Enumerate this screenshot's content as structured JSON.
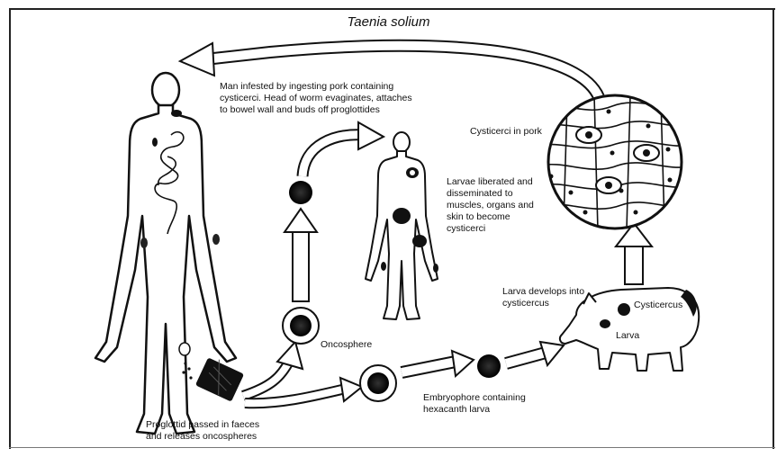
{
  "title": "Taenia solium",
  "labels": {
    "man_infested": "Man infested by ingesting pork containing\ncysticerci. Head of worm evaginates, attaches\nto bowel wall and buds off proglottides",
    "cysticerci_in_pork": "Cysticerci in pork",
    "larvae_liberated": "Larvae liberated and\ndisseminated to\nmuscles, organs and\nskin to become\ncysticerci",
    "larva_develops": "Larva develops into\ncysticercus",
    "cysticercus": "Cysticercus",
    "larva": "Larva",
    "oncosphere": "Oncosphere",
    "embryophore": "Embryophore containing\nhexacanth larva",
    "proglottid": "Proglottid passed in faeces\nand releases oncospheres"
  }
}
